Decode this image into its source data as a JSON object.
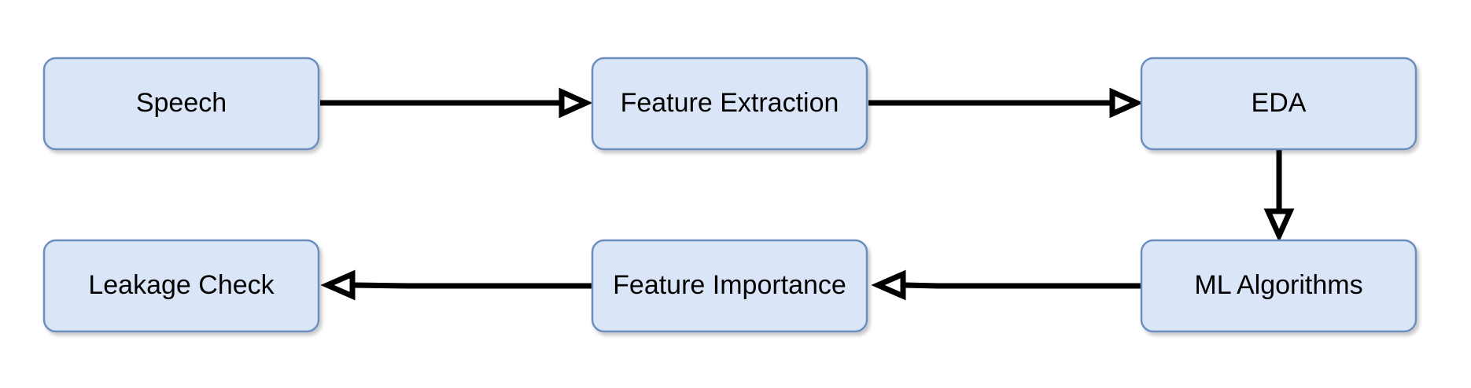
{
  "diagram": {
    "nodes": [
      {
        "id": "speech",
        "label": "Speech"
      },
      {
        "id": "feature_extraction",
        "label": "Feature Extraction"
      },
      {
        "id": "eda",
        "label": "EDA"
      },
      {
        "id": "ml_algorithms",
        "label": "ML Algorithms"
      },
      {
        "id": "feature_importance",
        "label": "Feature Importance"
      },
      {
        "id": "leakage_check",
        "label": "Leakage Check"
      }
    ],
    "edges": [
      {
        "from": "speech",
        "to": "feature_extraction"
      },
      {
        "from": "feature_extraction",
        "to": "eda"
      },
      {
        "from": "eda",
        "to": "ml_algorithms"
      },
      {
        "from": "ml_algorithms",
        "to": "feature_importance"
      },
      {
        "from": "feature_importance",
        "to": "leakage_check"
      }
    ],
    "colors": {
      "node_fill": "#dae6f8",
      "node_stroke": "#6c8ebf",
      "edge": "#000000",
      "arrowhead_fill": "#ffffff"
    }
  }
}
